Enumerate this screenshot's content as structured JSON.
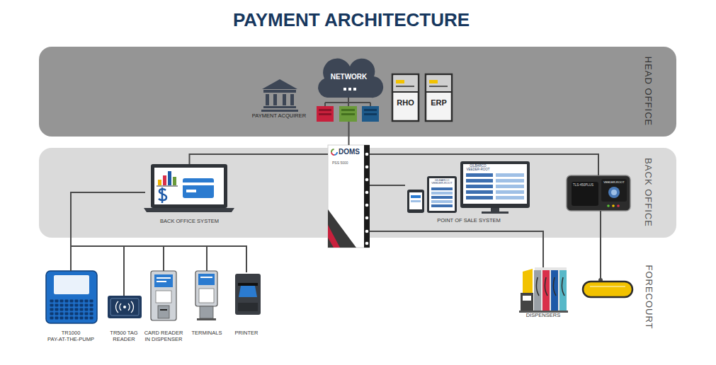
{
  "diagram": {
    "title": "PAYMENT ARCHITECTURE",
    "nodes": [
      {
        "text": [
          "HEAD OFFICE"
        ]
      },
      {
        "text": [
          "NETWORK"
        ],
        "in": 0
      },
      {
        "text": [
          "PAYMENT ACQUIRER"
        ],
        "in": 0
      },
      {
        "text": [
          "RHO"
        ],
        "in": 0
      },
      {
        "text": [
          "ERP"
        ],
        "in": 0
      },
      {
        "text": [
          "BACK OFFICE"
        ]
      },
      {
        "text": [
          "BACK OFFICE SYSTEM"
        ],
        "in": 5
      },
      {
        "text": [
          "DOMS",
          "PSS 5000"
        ],
        "in": 5
      },
      {
        "text": [
          "POINT OF SALE SYSTEM"
        ],
        "in": 5
      },
      {
        "text": [
          "TLS-450PLUS"
        ],
        "in": 5
      },
      {
        "text": [
          "TR1000 PAY-AT-THE-PUMP"
        ]
      },
      {
        "text": [
          "TR500 TAG READER"
        ]
      },
      {
        "text": [
          "CARD READER IN DISPENSER"
        ]
      },
      {
        "text": [
          "TERMINALS"
        ]
      },
      {
        "text": [
          "PRINTER"
        ]
      },
      {
        "text": [
          "DISPENSERS"
        ]
      }
    ],
    "edges": [
      {
        "from": 1,
        "to": 7,
        "arrow": "none"
      },
      {
        "from": 7,
        "to": 6,
        "arrow": "none"
      },
      {
        "from": 7,
        "to": 8,
        "arrow": "none"
      },
      {
        "from": 7,
        "to": 9,
        "arrow": "none"
      },
      {
        "from": 7,
        "to": 15,
        "arrow": "none"
      },
      {
        "from": 6,
        "to": 10,
        "arrow": "none"
      },
      {
        "from": 6,
        "to": 11,
        "arrow": "none"
      },
      {
        "from": 6,
        "to": 12,
        "arrow": "none"
      },
      {
        "from": 6,
        "to": 13,
        "arrow": "none"
      },
      {
        "from": 6,
        "to": 14,
        "arrow": "none"
      }
    ],
    "labels": [
      "GILBARCO VEEDER-ROOT",
      "GILBARCO VEEDER-ROOT",
      "VEEDER-ROOT",
      "FORECOURT"
    ]
  }
}
